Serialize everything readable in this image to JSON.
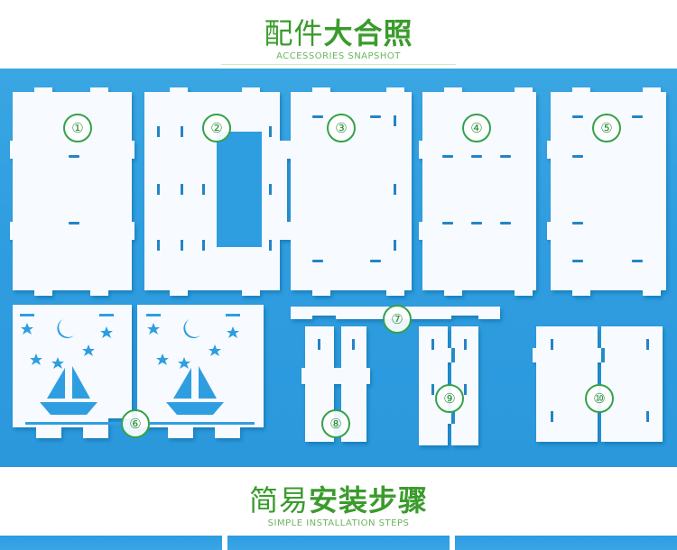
{
  "header": {
    "title_light": "配件",
    "title_bold": "大合照",
    "subtitle": "ACCESSORIES SNAPSHOT"
  },
  "footer_header": {
    "title_light": "简易",
    "title_bold": "安装步骤",
    "subtitle": "SIMPLE INSTALLATION STEPS"
  },
  "parts": {
    "labels": [
      "①",
      "②",
      "③",
      "④",
      "⑤",
      "⑥",
      "⑦",
      "⑧",
      "⑨",
      "⑩"
    ]
  },
  "colors": {
    "title_green": "#3a9b2c",
    "background_blue": "#2f9ee0",
    "panel_white": "#f7fbff",
    "slot_blue": "#1f86c8"
  }
}
